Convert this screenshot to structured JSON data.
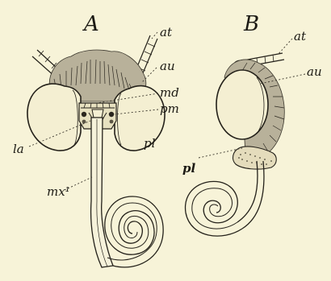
{
  "panels": {
    "a": {
      "letter": "A",
      "labels": {
        "at": "at",
        "au": "au",
        "md": "md",
        "pm": "pm",
        "la": "la",
        "pl": "pl",
        "mx": "mx¹"
      }
    },
    "b": {
      "letter": "B",
      "labels": {
        "at": "at",
        "au": "au",
        "pl": "pl"
      }
    }
  }
}
